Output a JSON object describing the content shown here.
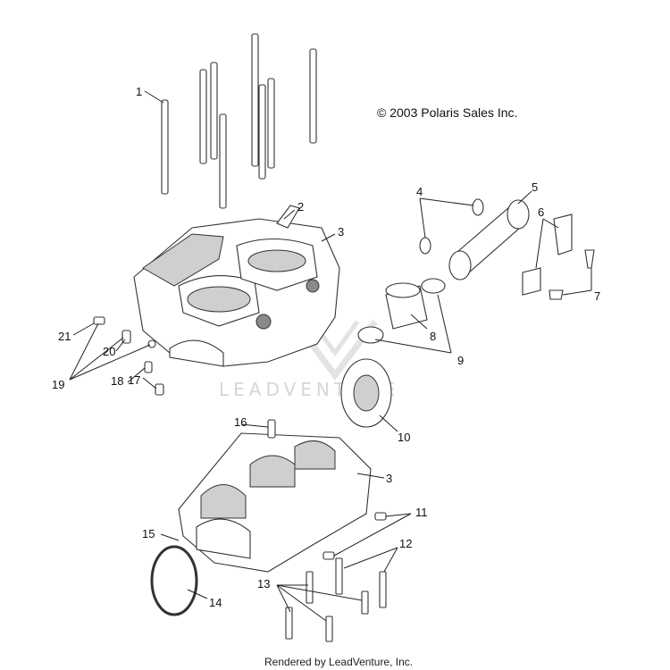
{
  "copyright": "© 2003 Polaris Sales Inc.",
  "watermark": "LEADVENTURE",
  "footer": "Rendered by LeadVenture, Inc.",
  "callouts": {
    "c1": "1",
    "c2": "2",
    "c3a": "3",
    "c3b": "3",
    "c4": "4",
    "c5": "5",
    "c6": "6",
    "c7": "7",
    "c8": "8",
    "c9": "9",
    "c10": "10",
    "c11": "11",
    "c12": "12",
    "c13": "13",
    "c14": "14",
    "c15": "15",
    "c16": "16",
    "c17": "17",
    "c18": "18",
    "c19": "19",
    "c20": "20",
    "c21": "21"
  }
}
